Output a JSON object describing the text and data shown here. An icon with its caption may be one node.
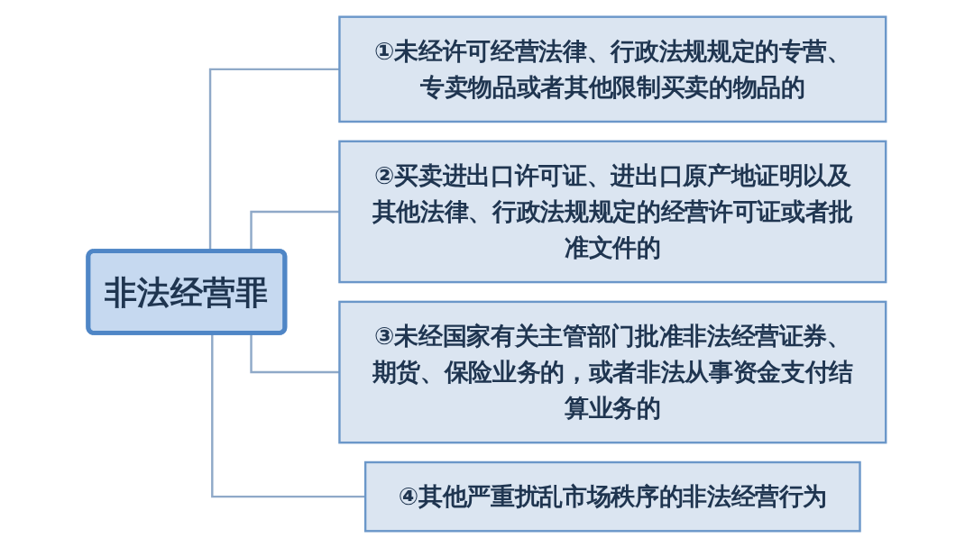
{
  "diagram": {
    "nodes": [
      {
        "text": [
          "非法经营罪"
        ]
      },
      {
        "text": [
          "①未经许可经营法律、行政法规规定的专营、专卖物品或者其他限制买卖的物品的"
        ]
      },
      {
        "text": [
          "②买卖进出口许可证、进出口原产地证明以及其他法律、行政法规规定的经营许可证或者批准文件的"
        ]
      },
      {
        "text": [
          "③未经国家有关主管部门批准非法经营证券、期货、保险业务的，或者非法从事资金支付结算业务的"
        ]
      },
      {
        "text": [
          "④其他严重扰乱市场秩序的非法经营行为"
        ]
      }
    ],
    "edges": [
      {
        "from": 0,
        "to": 1,
        "arrow": "none"
      },
      {
        "from": 0,
        "to": 2,
        "arrow": "none"
      },
      {
        "from": 0,
        "to": 3,
        "arrow": "none"
      },
      {
        "from": 0,
        "to": 4,
        "arrow": "none"
      }
    ]
  }
}
